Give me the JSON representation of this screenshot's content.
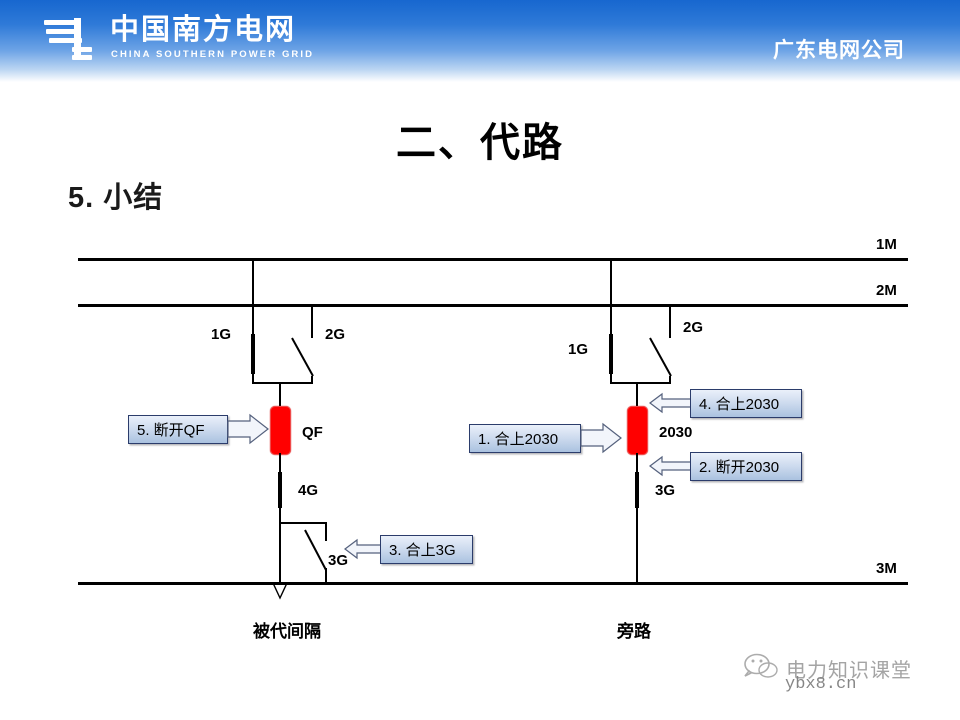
{
  "header": {
    "logo_cn": "中国南方电网",
    "logo_en": "CHINA SOUTHERN POWER GRID",
    "logo_icon": "southern-power-grid-logo",
    "company": "广东电网公司",
    "gradient_from": "#1767cf",
    "gradient_to": "#ffffff"
  },
  "slide": {
    "title": "二、代路",
    "subtitle": "5. 小结"
  },
  "diagram": {
    "buses": [
      {
        "id": "1M",
        "label": "1M"
      },
      {
        "id": "2M",
        "label": "2M"
      },
      {
        "id": "3M",
        "label": "3M"
      }
    ],
    "left_bay": {
      "name": "被代间隔",
      "foot_label": "被代间隔",
      "devices": [
        {
          "id": "1G",
          "label": "1G",
          "state": "closed"
        },
        {
          "id": "2G",
          "label": "2G",
          "state": "open"
        },
        {
          "id": "QF",
          "label": "QF",
          "state": "closed",
          "color": "#ff0000"
        },
        {
          "id": "4G",
          "label": "4G",
          "state": "closed"
        },
        {
          "id": "3G",
          "label": "3G",
          "state": "open"
        }
      ]
    },
    "right_bay": {
      "name": "旁路",
      "foot_label": "旁路",
      "devices": [
        {
          "id": "1G",
          "label": "1G",
          "state": "closed"
        },
        {
          "id": "2G",
          "label": "2G",
          "state": "open"
        },
        {
          "id": "2030",
          "label": "2030",
          "state": "closed",
          "color": "#ff0000"
        },
        {
          "id": "3G",
          "label": "3G",
          "state": "closed"
        }
      ]
    },
    "callouts": [
      {
        "step": 1,
        "text": "1. 合上2030",
        "direction": "right",
        "target": "2030"
      },
      {
        "step": 2,
        "text": "2. 断开2030",
        "direction": "left",
        "target": "2030"
      },
      {
        "step": 3,
        "text": "3. 合上3G",
        "direction": "left",
        "target": "3G"
      },
      {
        "step": 4,
        "text": "4. 合上2030",
        "direction": "left",
        "target": "2030"
      },
      {
        "step": 5,
        "text": "5. 断开QF",
        "direction": "right",
        "target": "QF"
      }
    ]
  },
  "watermark": {
    "text": "电力知识课堂",
    "url": "ybx8.cn",
    "icon": "wechat-icon"
  }
}
